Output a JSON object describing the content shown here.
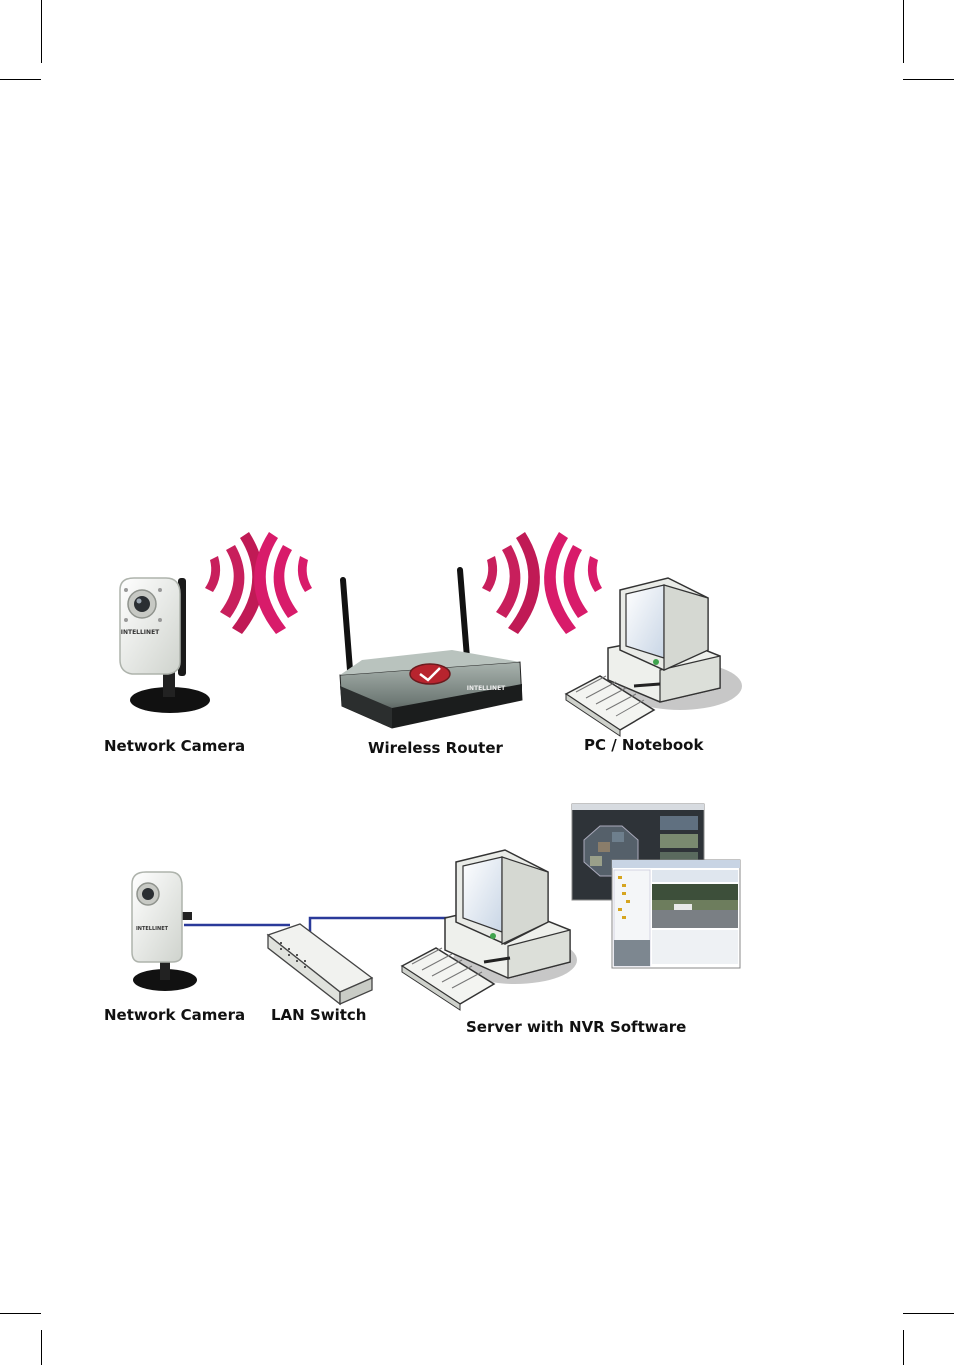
{
  "diagram_top": {
    "labels": {
      "camera": "Network Camera",
      "router": "Wireless Router",
      "pc": "PC / Notebook"
    },
    "camera_logo": "INTELLINET",
    "router_logo": "INTELLINET"
  },
  "diagram_bottom": {
    "labels": {
      "camera": "Network Camera",
      "switch": "LAN Switch",
      "server": "Server with NVR Software"
    },
    "camera_logo": "INTELLINET"
  },
  "colors": {
    "wave": "#d81b6a",
    "wave_dark": "#b2184c",
    "cable": "#2a3a9a",
    "device_body": "#eef0ec",
    "device_shadow": "#9a9a9a",
    "router_body": "#7f8a86"
  }
}
